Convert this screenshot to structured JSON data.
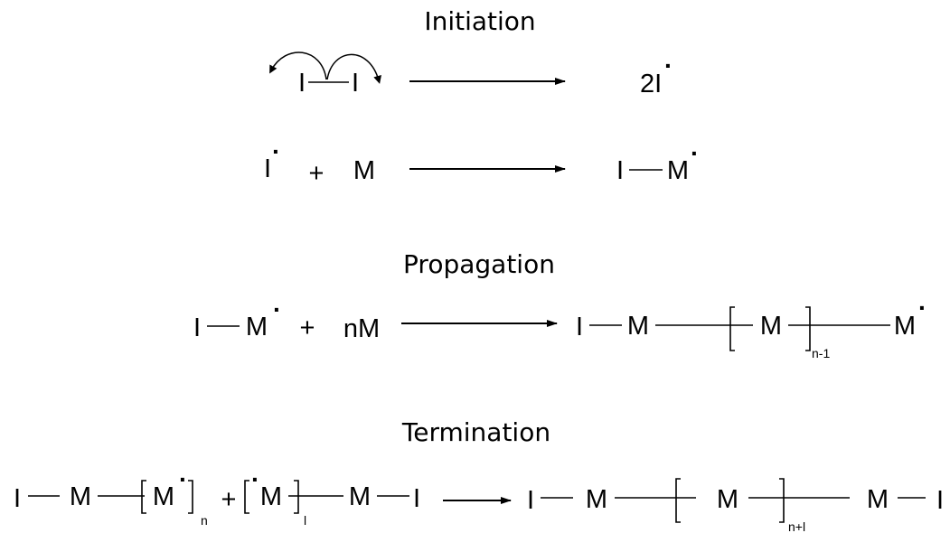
{
  "sections": {
    "initiation": "Initiation",
    "propagation": "Propagation",
    "termination": "Termination"
  },
  "initiation": {
    "initiator": "I",
    "product_coefficient": "2I",
    "radical_dot": "·",
    "plus": "+",
    "monomer": "M"
  },
  "propagation": {
    "initiator": "I",
    "monomer": "M",
    "plus": "+",
    "n_monomer": "nM",
    "subscript": "n-1",
    "radical_dot": "·"
  },
  "termination": {
    "initiator": "I",
    "monomer": "M",
    "plus": "+",
    "sub_n": "n",
    "sub_l": "l",
    "sub_product": "n+l",
    "radical_dot": "·"
  },
  "colors": {
    "ink": "#000000",
    "background": "#ffffff"
  }
}
